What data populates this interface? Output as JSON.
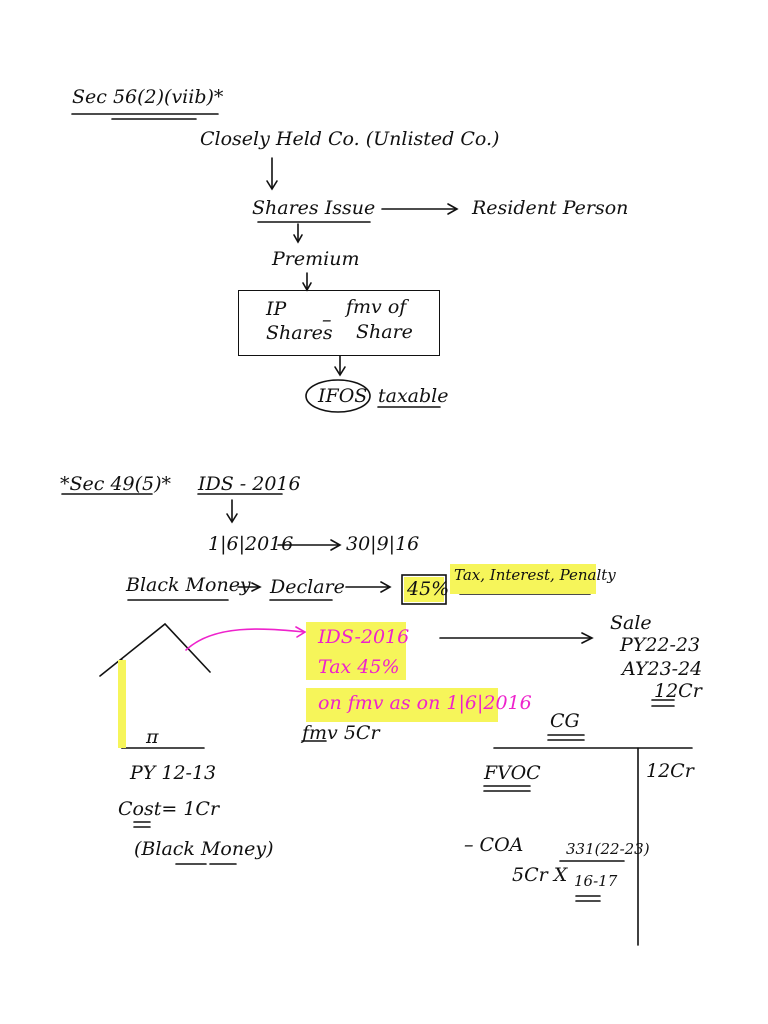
{
  "section1": {
    "title": "Sec 56(2)(viib)*",
    "company": "Closely Held Co. (Unlisted Co.)",
    "shares_issue": "Shares Issue",
    "resident_person": "Resident Person",
    "premium": "Premium",
    "box_ip": "IP",
    "box_shares": "Shares",
    "box_minus": "–",
    "box_fmv_of": "fmv of",
    "box_share": "Share",
    "ifos": "IFOS",
    "taxable": "taxable"
  },
  "section2": {
    "title": "*Sec 49(5)*",
    "ids": "IDS - 2016",
    "date_from": "1|6|2016",
    "date_to": "30|9|16",
    "black_money": "Black Money",
    "declare": "Declare",
    "rate_box": "45%",
    "tax_interest_penalty": "Tax, Interest, Penalty",
    "pink_ids": "IDS-2016",
    "pink_tax": "Tax 45%",
    "pink_fmv": "on fmv as on 1|6|2016",
    "fmv_value": "fmv  5Cr",
    "sale": "Sale",
    "py": "PY22-23",
    "ay": "AY23-24",
    "sale_amount": "12Cr",
    "house_label": "π",
    "house_py": "PY 12-13",
    "house_cost": "Cost= 1Cr",
    "house_black": "(Black Money)",
    "cg_title": "CG",
    "fvoc": "FVOC",
    "fvoc_value": "12Cr",
    "coa": "– COA",
    "coa_5cr": "5Cr X",
    "coa_num": "331(22-23)",
    "coa_den": "16-17"
  },
  "colors": {
    "ink": "#111111",
    "pink": "#ee22cc",
    "highlight": "#f6f55a"
  }
}
